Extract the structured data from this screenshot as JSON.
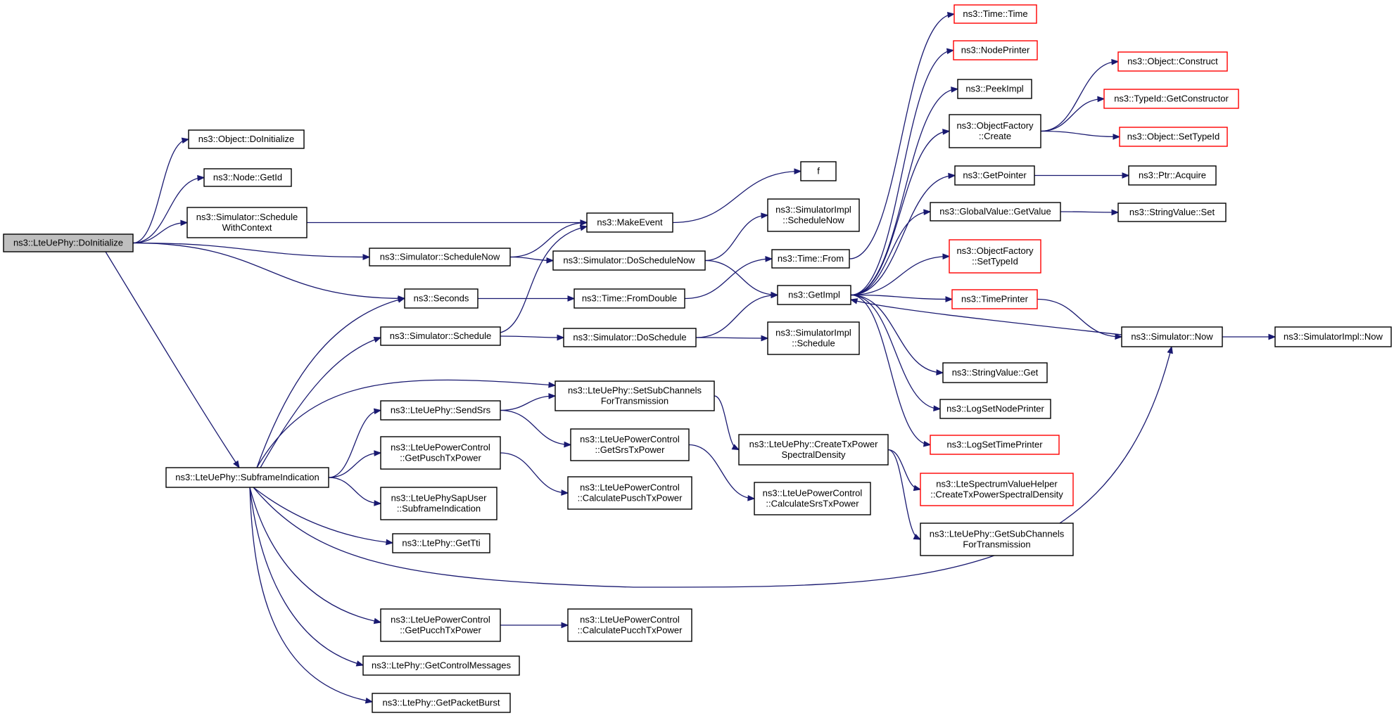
{
  "colors": {
    "edge": "#191970",
    "box_border": "#000000",
    "external_border": "#ff0000",
    "root_fill": "#bfbfbf"
  },
  "nodes": [
    {
      "id": "root",
      "lines": [
        "ns3::LteUePhy::DoInitialize"
      ],
      "style": "root"
    },
    {
      "id": "objdoinit",
      "lines": [
        "ns3::Object::DoInitialize"
      ],
      "style": "normal"
    },
    {
      "id": "nodegetid",
      "lines": [
        "ns3::Node::GetId"
      ],
      "style": "normal"
    },
    {
      "id": "schedwithctx",
      "lines": [
        "ns3::Simulator::Schedule",
        "WithContext"
      ],
      "style": "normal"
    },
    {
      "id": "makeevent",
      "lines": [
        "ns3::MakeEvent"
      ],
      "style": "normal"
    },
    {
      "id": "f",
      "lines": [
        "f"
      ],
      "style": "normal"
    },
    {
      "id": "schednow",
      "lines": [
        "ns3::Simulator::ScheduleNow"
      ],
      "style": "normal"
    },
    {
      "id": "doschednow",
      "lines": [
        "ns3::Simulator::DoScheduleNow"
      ],
      "style": "normal"
    },
    {
      "id": "simimplschednow",
      "lines": [
        "ns3::SimulatorImpl",
        "::ScheduleNow"
      ],
      "style": "normal"
    },
    {
      "id": "seconds",
      "lines": [
        "ns3::Seconds"
      ],
      "style": "normal"
    },
    {
      "id": "fromdouble",
      "lines": [
        "ns3::Time::FromDouble"
      ],
      "style": "normal"
    },
    {
      "id": "timefrom",
      "lines": [
        "ns3::Time::From"
      ],
      "style": "normal"
    },
    {
      "id": "getimpl",
      "lines": [
        "ns3::GetImpl"
      ],
      "style": "normal"
    },
    {
      "id": "schedule",
      "lines": [
        "ns3::Simulator::Schedule"
      ],
      "style": "normal"
    },
    {
      "id": "doschedule",
      "lines": [
        "ns3::Simulator::DoSchedule"
      ],
      "style": "normal"
    },
    {
      "id": "simimplsched",
      "lines": [
        "ns3::SimulatorImpl",
        "::Schedule"
      ],
      "style": "normal"
    },
    {
      "id": "timetime",
      "lines": [
        "ns3::Time::Time"
      ],
      "style": "red"
    },
    {
      "id": "nodeprinter",
      "lines": [
        "ns3::NodePrinter"
      ],
      "style": "red"
    },
    {
      "id": "peekimpl",
      "lines": [
        "ns3::PeekImpl"
      ],
      "style": "normal"
    },
    {
      "id": "objfactcreate",
      "lines": [
        "ns3::ObjectFactory",
        "::Create"
      ],
      "style": "normal"
    },
    {
      "id": "objconstruct",
      "lines": [
        "ns3::Object::Construct"
      ],
      "style": "red"
    },
    {
      "id": "getconstructor",
      "lines": [
        "ns3::TypeId::GetConstructor"
      ],
      "style": "red"
    },
    {
      "id": "objsettypeid",
      "lines": [
        "ns3::Object::SetTypeId"
      ],
      "style": "red"
    },
    {
      "id": "getpointer",
      "lines": [
        "ns3::GetPointer"
      ],
      "style": "normal"
    },
    {
      "id": "ptracquire",
      "lines": [
        "ns3::Ptr::Acquire"
      ],
      "style": "normal"
    },
    {
      "id": "gvgetvalue",
      "lines": [
        "ns3::GlobalValue::GetValue"
      ],
      "style": "normal"
    },
    {
      "id": "strvalset",
      "lines": [
        "ns3::StringValue::Set"
      ],
      "style": "normal"
    },
    {
      "id": "objfactsettypeid",
      "lines": [
        "ns3::ObjectFactory",
        "::SetTypeId"
      ],
      "style": "red"
    },
    {
      "id": "timeprinter",
      "lines": [
        "ns3::TimePrinter"
      ],
      "style": "red"
    },
    {
      "id": "simnow",
      "lines": [
        "ns3::Simulator::Now"
      ],
      "style": "normal"
    },
    {
      "id": "simimplnow",
      "lines": [
        "ns3::SimulatorImpl::Now"
      ],
      "style": "normal"
    },
    {
      "id": "strvalget",
      "lines": [
        "ns3::StringValue::Get"
      ],
      "style": "normal"
    },
    {
      "id": "logsetnodeprinter",
      "lines": [
        "ns3::LogSetNodePrinter"
      ],
      "style": "normal"
    },
    {
      "id": "logsettimeprinter",
      "lines": [
        "ns3::LogSetTimePrinter"
      ],
      "style": "red"
    },
    {
      "id": "subframeind",
      "lines": [
        "ns3::LteUePhy::SubframeIndication"
      ],
      "style": "normal"
    },
    {
      "id": "sendsrs",
      "lines": [
        "ns3::LteUePhy::SendSrs"
      ],
      "style": "normal"
    },
    {
      "id": "setsubch",
      "lines": [
        "ns3::LteUePhy::SetSubChannels",
        "ForTransmission"
      ],
      "style": "normal"
    },
    {
      "id": "createtxpsd",
      "lines": [
        "ns3::LteUePhy::CreateTxPower",
        "SpectralDensity"
      ],
      "style": "normal"
    },
    {
      "id": "ltespecvh",
      "lines": [
        "ns3::LteSpectrumValueHelper",
        "::CreateTxPowerSpectralDensity"
      ],
      "style": "red"
    },
    {
      "id": "getsubch",
      "lines": [
        "ns3::LteUePhy::GetSubChannels",
        "ForTransmission"
      ],
      "style": "normal"
    },
    {
      "id": "getsrstx",
      "lines": [
        "ns3::LteUePowerControl",
        "::GetSrsTxPower"
      ],
      "style": "normal"
    },
    {
      "id": "calcsrstx",
      "lines": [
        "ns3::LteUePowerControl",
        "::CalculateSrsTxPower"
      ],
      "style": "normal"
    },
    {
      "id": "getpusch",
      "lines": [
        "ns3::LteUePowerControl",
        "::GetPuschTxPower"
      ],
      "style": "normal"
    },
    {
      "id": "calcpusch",
      "lines": [
        "ns3::LteUePowerControl",
        "::CalculatePuschTxPower"
      ],
      "style": "normal"
    },
    {
      "id": "sapsubframe",
      "lines": [
        "ns3::LteUePhySapUser",
        "::SubframeIndication"
      ],
      "style": "normal"
    },
    {
      "id": "gettti",
      "lines": [
        "ns3::LtePhy::GetTti"
      ],
      "style": "normal"
    },
    {
      "id": "getpucch",
      "lines": [
        "ns3::LteUePowerControl",
        "::GetPucchTxPower"
      ],
      "style": "normal"
    },
    {
      "id": "calcpucch",
      "lines": [
        "ns3::LteUePowerControl",
        "::CalculatePucchTxPower"
      ],
      "style": "normal"
    },
    {
      "id": "getctrlmsgs",
      "lines": [
        "ns3::LtePhy::GetControlMessages"
      ],
      "style": "normal"
    },
    {
      "id": "getpktburst",
      "lines": [
        "ns3::LtePhy::GetPacketBurst"
      ],
      "style": "normal"
    }
  ],
  "edges": [
    [
      "root",
      "objdoinit"
    ],
    [
      "root",
      "nodegetid"
    ],
    [
      "root",
      "schedwithctx"
    ],
    [
      "root",
      "schednow"
    ],
    [
      "root",
      "seconds"
    ],
    [
      "root",
      "subframeind"
    ],
    [
      "schedwithctx",
      "makeevent"
    ],
    [
      "makeevent",
      "f"
    ],
    [
      "schednow",
      "makeevent"
    ],
    [
      "schednow",
      "doschednow"
    ],
    [
      "doschednow",
      "simimplschednow"
    ],
    [
      "doschednow",
      "getimpl"
    ],
    [
      "seconds",
      "fromdouble"
    ],
    [
      "fromdouble",
      "timefrom"
    ],
    [
      "timefrom",
      "timetime"
    ],
    [
      "schedule",
      "makeevent"
    ],
    [
      "schedule",
      "doschedule"
    ],
    [
      "doschedule",
      "getimpl"
    ],
    [
      "doschedule",
      "simimplsched"
    ],
    [
      "getimpl",
      "nodeprinter"
    ],
    [
      "getimpl",
      "peekimpl"
    ],
    [
      "getimpl",
      "objfactcreate"
    ],
    [
      "getimpl",
      "getpointer"
    ],
    [
      "getimpl",
      "gvgetvalue"
    ],
    [
      "getimpl",
      "objfactsettypeid"
    ],
    [
      "getimpl",
      "timeprinter"
    ],
    [
      "getimpl",
      "strvalget"
    ],
    [
      "getimpl",
      "logsetnodeprinter"
    ],
    [
      "getimpl",
      "logsettimeprinter"
    ],
    [
      "objfactcreate",
      "objconstruct"
    ],
    [
      "objfactcreate",
      "getconstructor"
    ],
    [
      "objfactcreate",
      "objsettypeid"
    ],
    [
      "getpointer",
      "ptracquire"
    ],
    [
      "gvgetvalue",
      "strvalset"
    ],
    [
      "timeprinter",
      "simnow"
    ],
    [
      "simnow",
      "getimpl"
    ],
    [
      "simnow",
      "simimplnow"
    ],
    [
      "subframeind",
      "seconds"
    ],
    [
      "subframeind",
      "schedule"
    ],
    [
      "subframeind",
      "setsubch"
    ],
    [
      "subframeind",
      "sendsrs"
    ],
    [
      "subframeind",
      "getpusch"
    ],
    [
      "subframeind",
      "sapsubframe"
    ],
    [
      "subframeind",
      "gettti"
    ],
    [
      "subframeind",
      "simnow"
    ],
    [
      "subframeind",
      "getpucch"
    ],
    [
      "subframeind",
      "getctrlmsgs"
    ],
    [
      "subframeind",
      "getpktburst"
    ],
    [
      "sendsrs",
      "setsubch"
    ],
    [
      "sendsrs",
      "getsrstx"
    ],
    [
      "setsubch",
      "createtxpsd"
    ],
    [
      "createtxpsd",
      "ltespecvh"
    ],
    [
      "createtxpsd",
      "getsubch"
    ],
    [
      "getsrstx",
      "calcsrstx"
    ],
    [
      "getpusch",
      "calcpusch"
    ],
    [
      "getpucch",
      "calcpucch"
    ]
  ]
}
